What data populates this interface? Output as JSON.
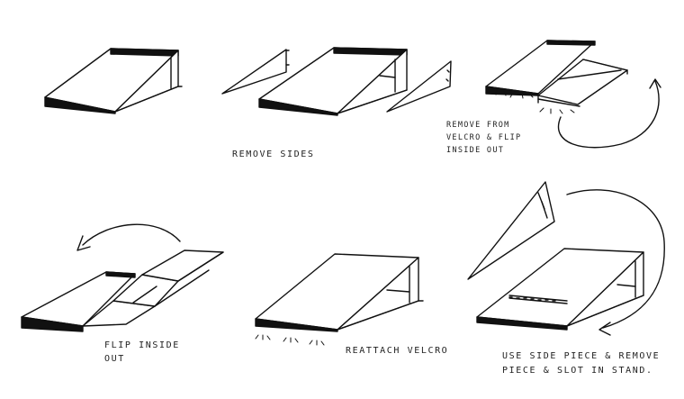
{
  "steps": [
    {
      "caption_lines": [
        "REMOVE SIDES"
      ]
    },
    {
      "caption_lines": [
        "REMOVE FROM",
        "VELCRO & FLIP",
        "INSIDE OUT"
      ]
    },
    {
      "caption_lines": [
        "FLIP INSIDE",
        "OUT"
      ]
    },
    {
      "caption_lines": [
        "REATTACH VELCRO"
      ]
    },
    {
      "caption_lines": [
        "USE SIDE PIECE & REMOVE",
        "PIECE & SLOT IN STAND."
      ]
    }
  ],
  "colors": {
    "ink": "#111111",
    "paper": "#ffffff"
  }
}
